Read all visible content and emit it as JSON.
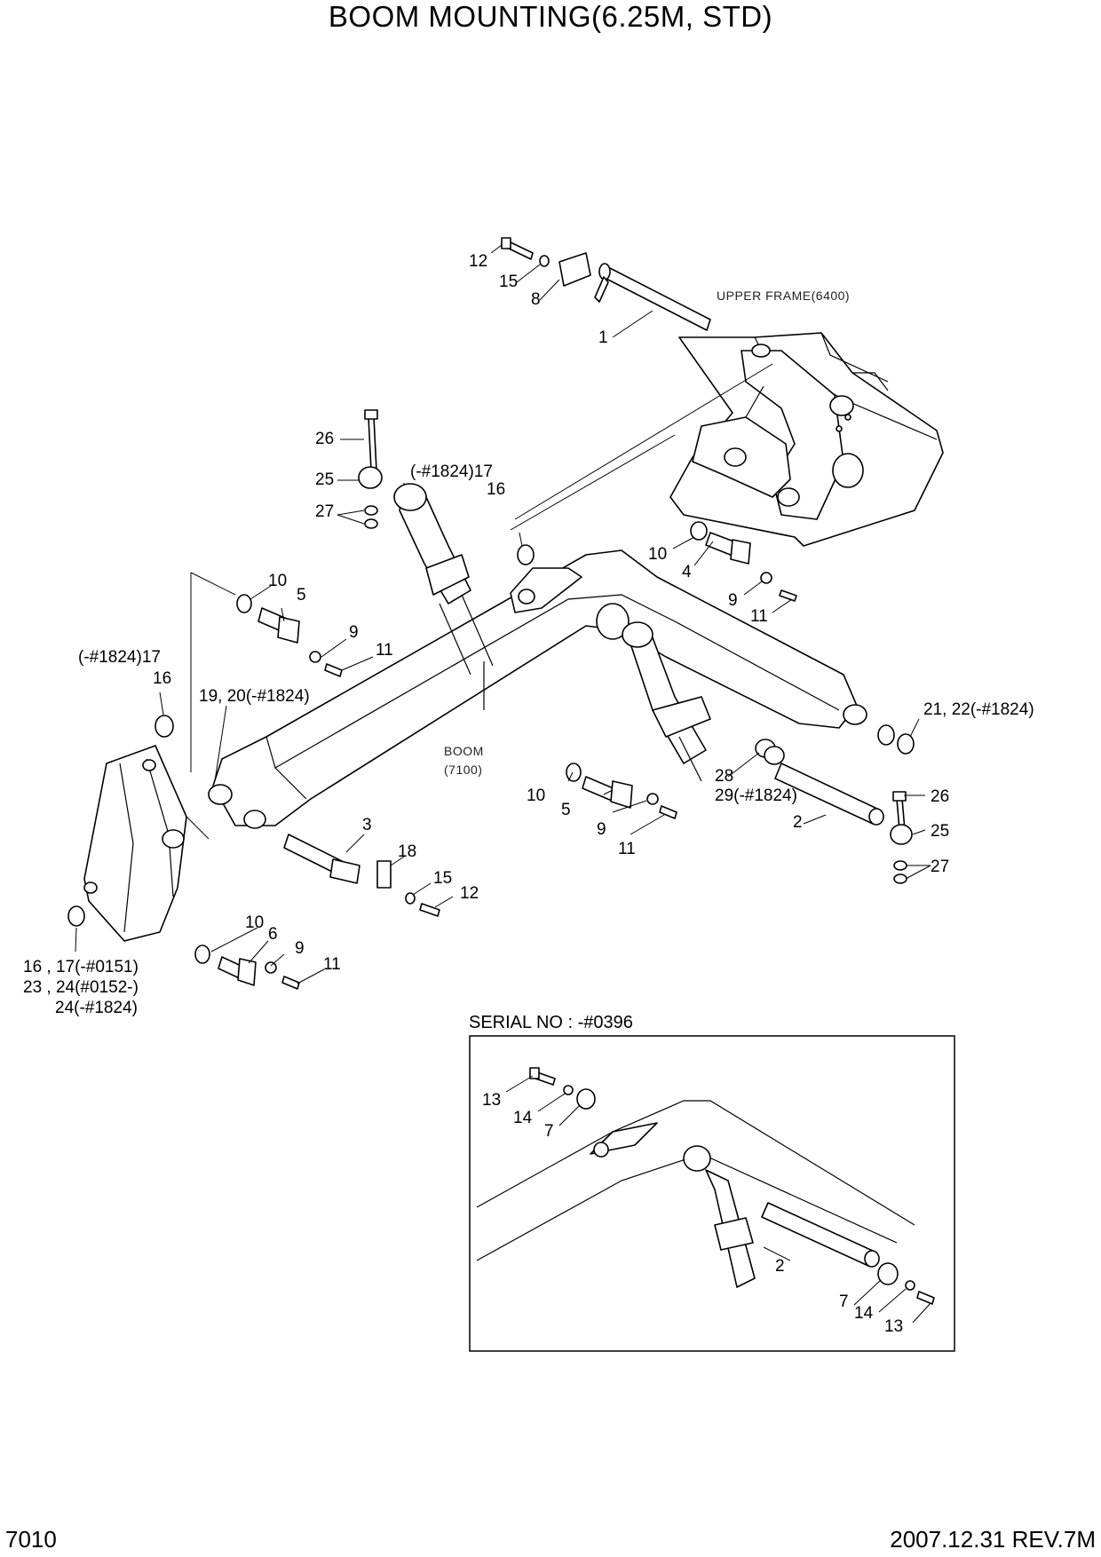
{
  "title": "BOOM MOUNTING(6.25M, STD)",
  "footer": {
    "page_number": "7010",
    "revision": "2007.12.31 REV.7M"
  },
  "notes": {
    "upper_frame": "UPPER FRAME(6400)",
    "boom_line1": "BOOM",
    "boom_line2": "(7100)"
  },
  "inset": {
    "label": "SERIAL NO : -#0396"
  },
  "callouts": [
    {
      "key": "c12a",
      "text": "12"
    },
    {
      "key": "c15a",
      "text": "15"
    },
    {
      "key": "c8",
      "text": "8"
    },
    {
      "key": "c1",
      "text": "1"
    },
    {
      "key": "c26a",
      "text": "26"
    },
    {
      "key": "c25a",
      "text": "25"
    },
    {
      "key": "c27a",
      "text": "27"
    },
    {
      "key": "c17a",
      "text": "(-#1824)17"
    },
    {
      "key": "c16a",
      "text": "16"
    },
    {
      "key": "c10a",
      "text": "10"
    },
    {
      "key": "c4",
      "text": "4"
    },
    {
      "key": "c9a",
      "text": "9"
    },
    {
      "key": "c11a",
      "text": "11"
    },
    {
      "key": "c10b",
      "text": "10"
    },
    {
      "key": "c5a",
      "text": "5"
    },
    {
      "key": "c9b",
      "text": "9"
    },
    {
      "key": "c11b",
      "text": "11"
    },
    {
      "key": "c17b",
      "text": "(-#1824)17"
    },
    {
      "key": "c16b",
      "text": "16"
    },
    {
      "key": "c1920",
      "text": "19, 20(-#1824)"
    },
    {
      "key": "c2122",
      "text": "21, 22(-#1824)"
    },
    {
      "key": "c28",
      "text": "28"
    },
    {
      "key": "c29",
      "text": "29(-#1824)"
    },
    {
      "key": "c10c",
      "text": "10"
    },
    {
      "key": "c5b",
      "text": "5"
    },
    {
      "key": "c9c",
      "text": "9"
    },
    {
      "key": "c11c",
      "text": "11"
    },
    {
      "key": "c26b",
      "text": "26"
    },
    {
      "key": "c2a",
      "text": "2"
    },
    {
      "key": "c25b",
      "text": "25"
    },
    {
      "key": "c27b",
      "text": "27"
    },
    {
      "key": "c3",
      "text": "3"
    },
    {
      "key": "c18",
      "text": "18"
    },
    {
      "key": "c15b",
      "text": "15"
    },
    {
      "key": "c12b",
      "text": "12"
    },
    {
      "key": "c10d",
      "text": "10"
    },
    {
      "key": "c6",
      "text": "6"
    },
    {
      "key": "c9d",
      "text": "9"
    },
    {
      "key": "c11d",
      "text": "11"
    },
    {
      "key": "c1617",
      "text": "16 , 17(-#0151)"
    },
    {
      "key": "c2324",
      "text": "23 , 24(#0152-)"
    },
    {
      "key": "c24",
      "text": "24(-#1824)"
    },
    {
      "key": "c13a",
      "text": "13"
    },
    {
      "key": "c14a",
      "text": "14"
    },
    {
      "key": "c7a",
      "text": "7"
    },
    {
      "key": "c2b",
      "text": "2"
    },
    {
      "key": "c7b",
      "text": "7"
    },
    {
      "key": "c14b",
      "text": "14"
    },
    {
      "key": "c13b",
      "text": "13"
    }
  ]
}
